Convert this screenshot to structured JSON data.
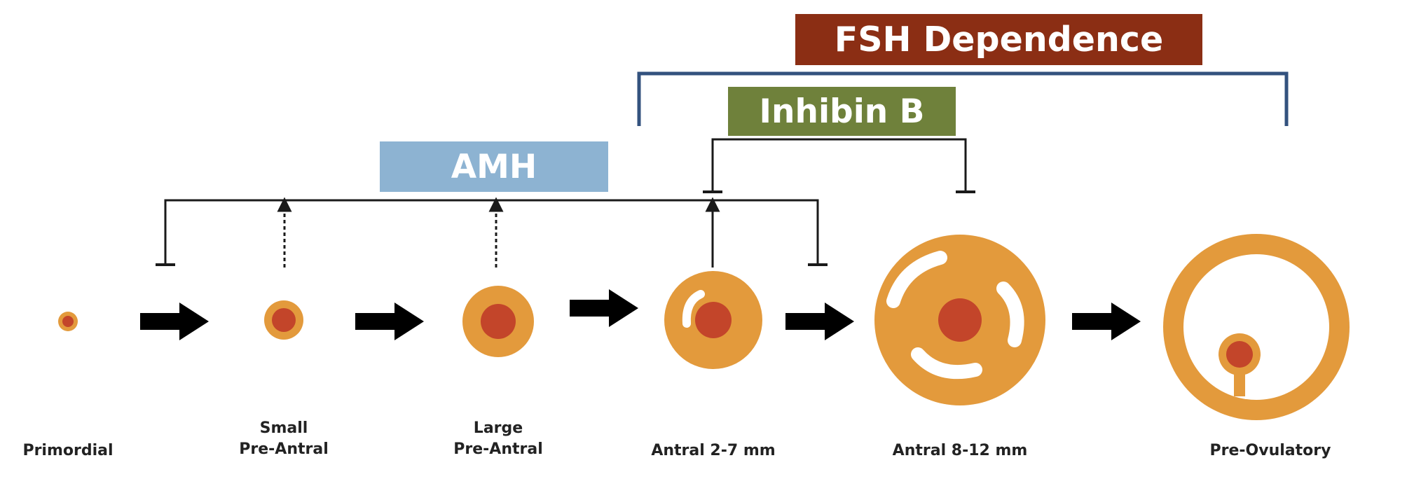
{
  "labels": {
    "fsh": "FSH Dependence",
    "inhibin": "Inhibin B",
    "amh": "AMH"
  },
  "colors": {
    "fsh": "#8b2e14",
    "inhibin": "#6f813b",
    "amh": "#8db3d2",
    "fsh_bracket": "#33527e",
    "follicle": "#e39a3c",
    "oocyte": "#c3452a",
    "antrum": "#ffffff",
    "line": "#1a1a1a"
  },
  "stages": [
    {
      "id": "primordial",
      "lines": [
        "Primordial"
      ]
    },
    {
      "id": "small-pre-antral",
      "lines": [
        "Small",
        "Pre-Antral"
      ]
    },
    {
      "id": "large-pre-antral",
      "lines": [
        "Large",
        "Pre-Antral"
      ]
    },
    {
      "id": "antral-2-7",
      "lines": [
        "Antral 2-7 mm"
      ]
    },
    {
      "id": "antral-8-12",
      "lines": [
        "Antral 8-12 mm"
      ]
    },
    {
      "id": "pre-ovulatory",
      "lines": [
        "Pre-Ovulatory"
      ]
    }
  ],
  "icons": {
    "progression_arrow": "arrow-right-icon",
    "stimulation": "arrow-up-icon",
    "inhibition": "t-bar-inhibition-icon"
  }
}
